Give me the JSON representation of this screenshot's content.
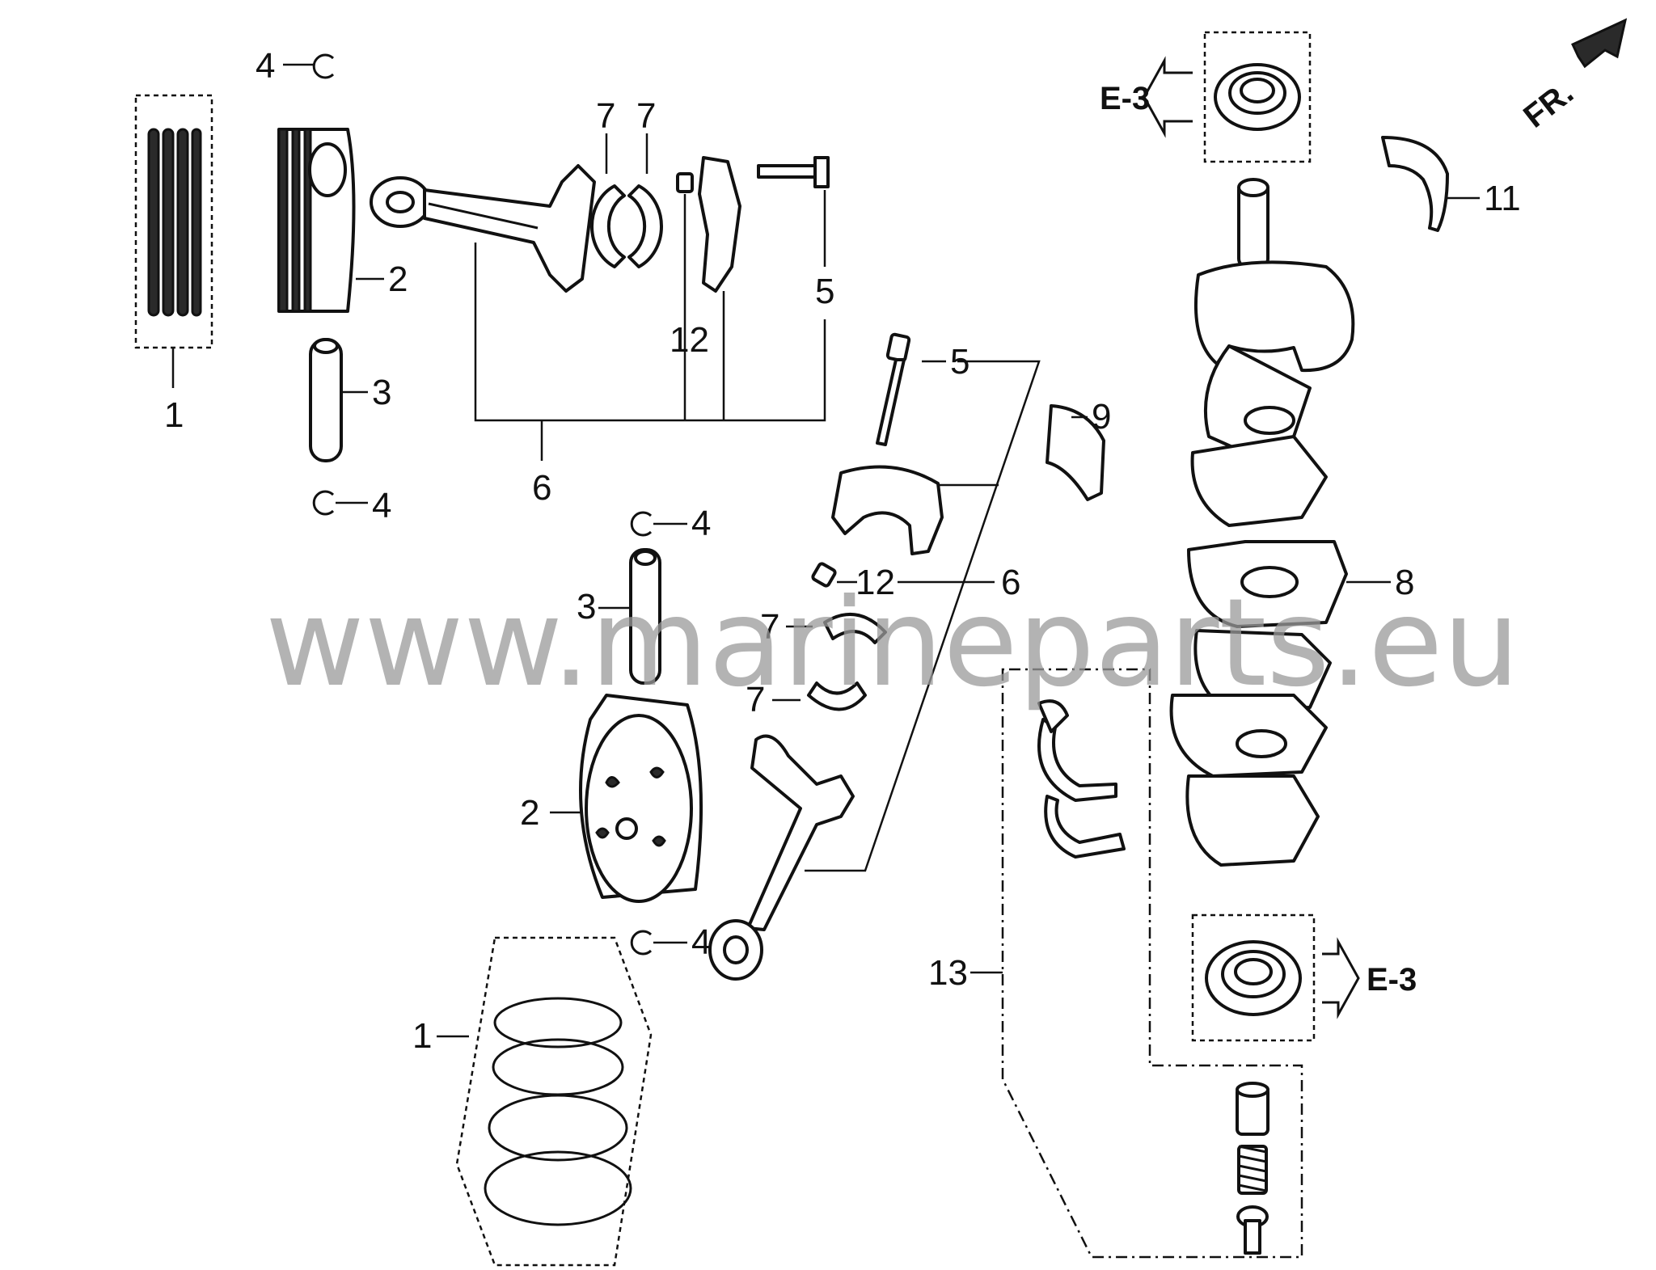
{
  "callouts": {
    "ring_set_top": "1",
    "piston_top": "2",
    "pin_top": "3",
    "clip_top_a": "4",
    "clip_top_b": "4",
    "bolt_top": "5",
    "rod_assembly_top": "6",
    "bearing_top_a": "7",
    "bearing_top_b": "7",
    "dowel_top": "12",
    "clip_mid": "4",
    "pin_mid": "3",
    "piston_mid": "2",
    "clip_low": "4",
    "ring_set_low": "1",
    "bolt_mid": "5",
    "bearing_main_upper": "9",
    "dowel_mid": "12",
    "rod_assembly_mid": "6",
    "bearing_mid_a": "7",
    "bearing_mid_b": "7",
    "crankshaft": "8",
    "thrust_washer": "11",
    "main_bearing_kit": "13"
  },
  "references": {
    "seal_top": "E-3",
    "seal_bottom": "E-3"
  },
  "direction": {
    "label": "FR."
  },
  "watermark": {
    "text": "www.marineparts.eu"
  }
}
